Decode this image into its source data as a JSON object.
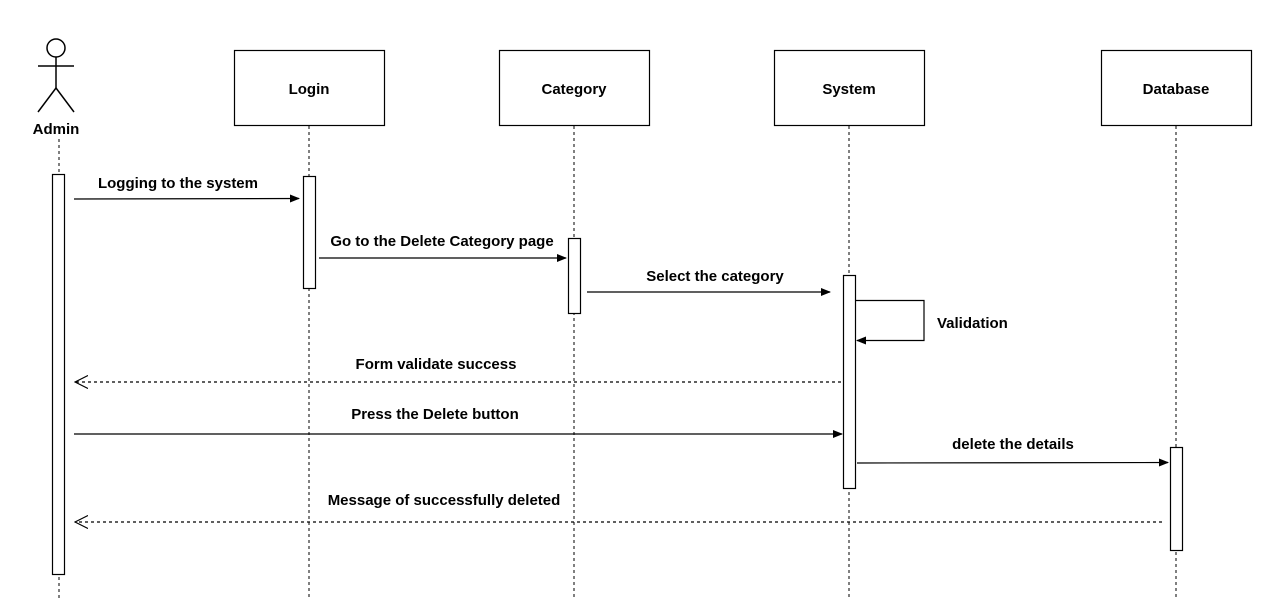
{
  "participants": {
    "admin": {
      "label": "Admin",
      "kind": "actor"
    },
    "login": {
      "label": "Login",
      "kind": "box"
    },
    "category": {
      "label": "Category",
      "kind": "box"
    },
    "system": {
      "label": "System",
      "kind": "box"
    },
    "database": {
      "label": "Database",
      "kind": "box"
    }
  },
  "messages": {
    "logging": {
      "label": "Logging to the system",
      "from": "Admin",
      "to": "Login",
      "style": "solid"
    },
    "goto_delete": {
      "label": "Go to the Delete Category page",
      "from": "Login",
      "to": "Category",
      "style": "solid"
    },
    "select": {
      "label": "Select the category",
      "from": "Category",
      "to": "System",
      "style": "solid"
    },
    "validation": {
      "label": "Validation",
      "from": "System",
      "to": "System",
      "style": "solid"
    },
    "validate_success": {
      "label": "Form validate success",
      "from": "System",
      "to": "Admin",
      "style": "dashed"
    },
    "press_delete": {
      "label": "Press the Delete button",
      "from": "Admin",
      "to": "System",
      "style": "solid"
    },
    "delete_details": {
      "label": "delete the details",
      "from": "System",
      "to": "Database",
      "style": "solid"
    },
    "deleted_message": {
      "label": "Message of successfully deleted",
      "from": "Database",
      "to": "Admin",
      "style": "dashed"
    }
  },
  "colors": {
    "line": "#000000",
    "background": "#ffffff"
  }
}
